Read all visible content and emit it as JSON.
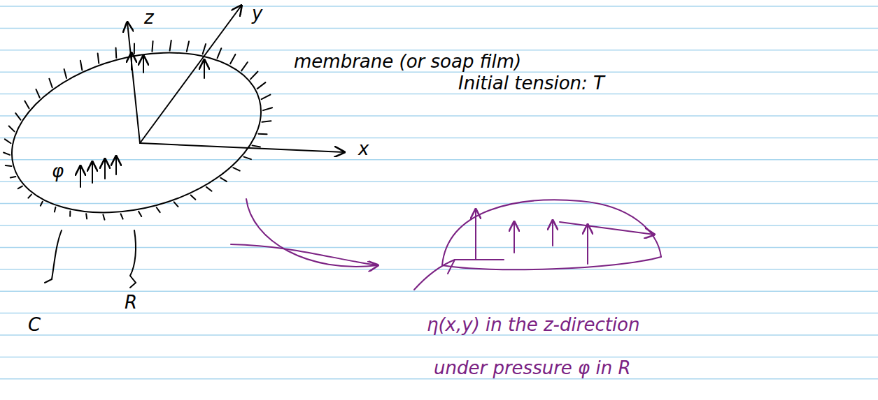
{
  "diagram": {
    "labels": [
      "z",
      "y",
      "x",
      "membrane (or soap film)",
      "Initial tension: T",
      "φ",
      "C",
      "R",
      "η(x,y) in the z-direction",
      "under pressure φ in R"
    ]
  }
}
